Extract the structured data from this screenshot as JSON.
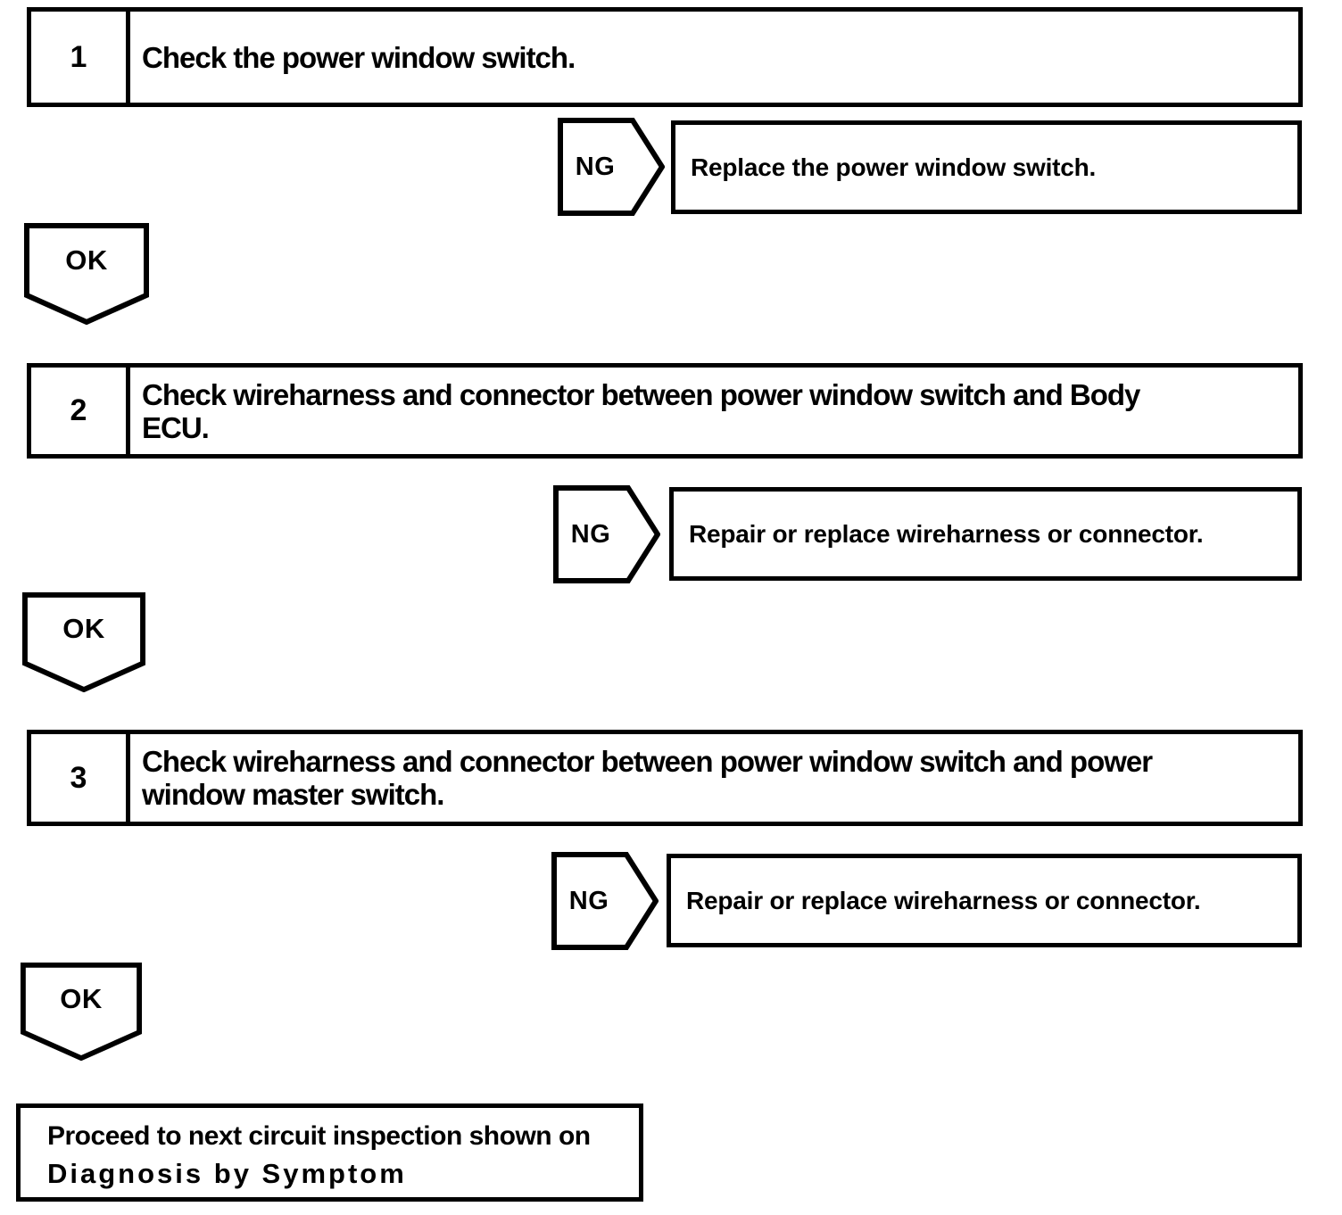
{
  "steps": [
    {
      "number": "1",
      "instruction": "Check the power window switch.",
      "ng": {
        "label": "NG",
        "action": "Replace the power window switch."
      },
      "ok": {
        "label": "OK"
      }
    },
    {
      "number": "2",
      "instruction": "Check wireharness and connector between power window switch and Body\nECU.",
      "ng": {
        "label": "NG",
        "action": "Repair or replace wireharness or connector."
      },
      "ok": {
        "label": "OK"
      }
    },
    {
      "number": "3",
      "instruction": "Check wireharness and connector between power window switch and power\nwindow master switch.",
      "ng": {
        "label": "NG",
        "action": "Repair or replace wireharness or connector."
      },
      "ok": {
        "label": "OK"
      }
    }
  ],
  "final_box": {
    "line1": "Proceed to next circuit inspection shown on",
    "line2": "Diagnosis by Symptom"
  },
  "colors": {
    "ink": "#000000",
    "paper": "#ffffff"
  }
}
